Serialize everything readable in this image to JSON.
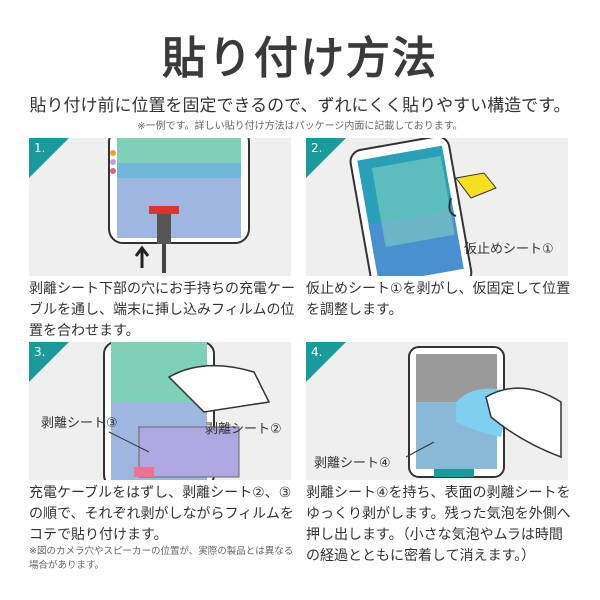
{
  "title": "貼り付け方法",
  "lead": "貼り付け前に位置を固定できるので、ずれにくく貼りやすい構造です。",
  "note": "※一例です。詳しい貼り付け方法はパッケージ内面に記載しております。",
  "accent": "#1a9a9a",
  "steps": [
    {
      "num": "1.",
      "desc": "剥離シート下部の穴にお手持ちの充電ケーブルを通し、端末に挿し込みフィルムの位置を合わせます。"
    },
    {
      "num": "2.",
      "label": "仮止めシート①",
      "desc": "仮止めシート①を剥がし、仮固定して位置を調整します。"
    },
    {
      "num": "3.",
      "label_a": "剥離シート③",
      "label_b": "剥離シート②",
      "desc": "充電ケーブルをはずし、剥離シート②、③の順で、それぞれ剥がしながらフィルムをコテで貼り付けます。",
      "sub": "※図のカメラ穴やスピーカーの位置が、実際の製品とは異なる場合があります。"
    },
    {
      "num": "4.",
      "label": "剥離シート④",
      "desc": "剥離シート④を持ち、表面の剥離シートをゆっくり剥がします。残った気泡を外側へ押し出します。（小さな気泡やムラは時間の経過とともに密着して消えます。）"
    }
  ]
}
